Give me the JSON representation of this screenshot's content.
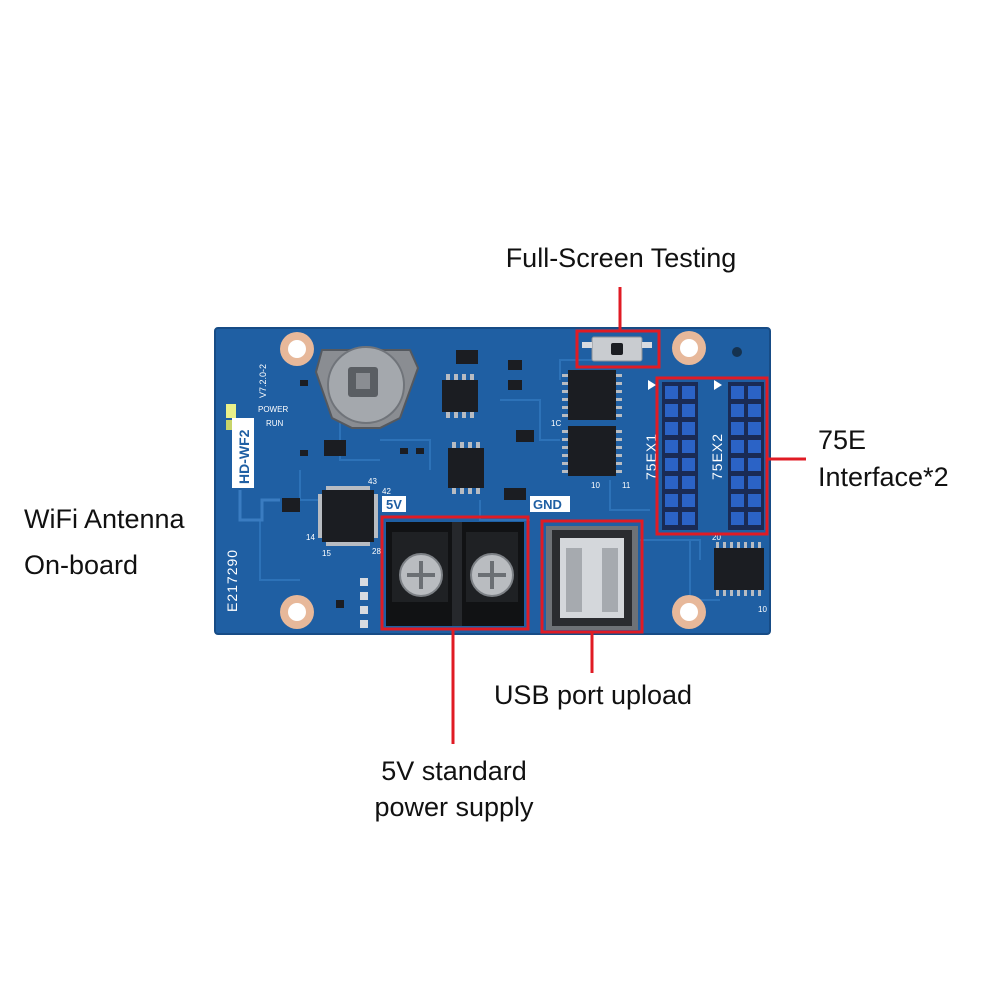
{
  "colors": {
    "background": "#ffffff",
    "pcb": "#1f5fa3",
    "pcb_edge": "#174c86",
    "trace": "#2d72b8",
    "callout": "#e01b24",
    "pad": "#e7b89a",
    "pin_header": "#2b63c6"
  },
  "callouts": {
    "full_screen_testing": {
      "lines": [
        "Full-Screen Testing"
      ]
    },
    "interface_75e": {
      "lines": [
        "75E",
        "Interface*2"
      ]
    },
    "wifi_antenna": {
      "lines": [
        "WiFi Antenna",
        "On-board"
      ]
    },
    "usb_upload": {
      "lines": [
        "USB port upload"
      ]
    },
    "power_supply": {
      "lines": [
        "5V standard",
        "power supply"
      ]
    }
  },
  "board": {
    "model_label": "HD-WF2",
    "version_label": "V7.2.0-2",
    "serial_label": "E217290",
    "power_led_label": "POWER",
    "run_led_label": "RUN",
    "connector_5v_label": "5V",
    "connector_gnd_label": "GND",
    "header1_label": "75EX1",
    "header2_label": "75EX2",
    "pin_43": "43",
    "pin_42": "42",
    "pin_14": "14",
    "pin_15": "15",
    "pin_28": "28",
    "pin_10a": "10",
    "pin_11": "11",
    "pin_1c": "1C",
    "pin_20": "20",
    "pin_10b": "10"
  }
}
